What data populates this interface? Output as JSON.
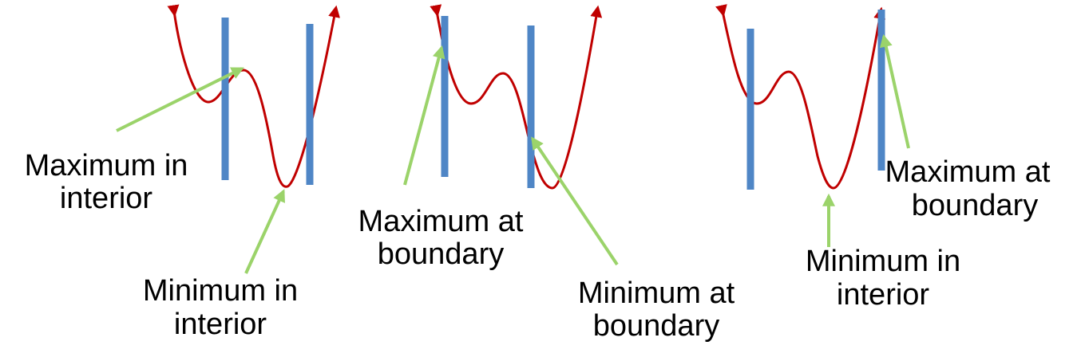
{
  "colors": {
    "curve": "#c00000",
    "boundary": "#4f86c6",
    "arrow": "#9bd36a",
    "text": "#000000"
  },
  "panels": [
    {
      "label_a_line1": "Maximum in",
      "label_a_line2": "interior",
      "label_b_line1": "Minimum in",
      "label_b_line2": "interior"
    },
    {
      "label_a_line1": "Maximum at",
      "label_a_line2": "boundary",
      "label_b_line1": "Minimum at",
      "label_b_line2": "boundary"
    },
    {
      "label_a_line1": "Maximum at",
      "label_a_line2": "boundary",
      "label_b_line1": "Minimum in",
      "label_b_line2": "interior"
    }
  ]
}
